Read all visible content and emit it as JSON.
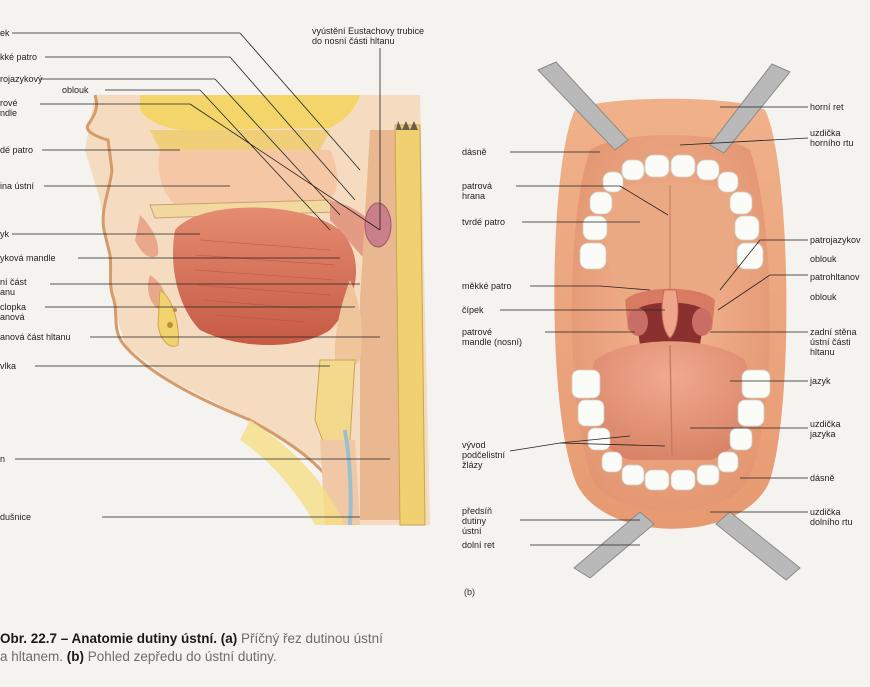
{
  "figure_a": {
    "labels": [
      {
        "id": "a1",
        "text": "ek"
      },
      {
        "id": "a2",
        "text": "kké patro"
      },
      {
        "id": "a3",
        "text": "rojazykový"
      },
      {
        "id": "a3b",
        "text": "oblouk"
      },
      {
        "id": "a4",
        "text": "rové\nndle"
      },
      {
        "id": "a5",
        "text": "dé patro"
      },
      {
        "id": "a6",
        "text": "ina ústní"
      },
      {
        "id": "a7",
        "text": "yk"
      },
      {
        "id": "a8",
        "text": "yková mandle"
      },
      {
        "id": "a9",
        "text": "ní část\nanu"
      },
      {
        "id": "a10",
        "text": "clopka\nanová"
      },
      {
        "id": "a11",
        "text": "anová část hltanu"
      },
      {
        "id": "a12",
        "text": "vlka"
      },
      {
        "id": "a13",
        "text": "n"
      },
      {
        "id": "a14",
        "text": "dušnice"
      },
      {
        "id": "a15",
        "text": "vyústění Eustachovy trubice\ndo nosní části hltanu"
      }
    ]
  },
  "figure_b": {
    "letter": "(b)",
    "left_labels": [
      {
        "id": "b1",
        "text": "dásně"
      },
      {
        "id": "b2",
        "text": "patrová\nhrana"
      },
      {
        "id": "b3",
        "text": "tvrdé patro"
      },
      {
        "id": "b4",
        "text": "měkké patro"
      },
      {
        "id": "b5",
        "text": "čípek"
      },
      {
        "id": "b6",
        "text": "patrové\nmandle (nosní)"
      },
      {
        "id": "b7",
        "text": "vývod\npodčelistní\nžlázy"
      },
      {
        "id": "b8",
        "text": "předsíň\ndutiny\nústní"
      },
      {
        "id": "b9",
        "text": "dolní ret"
      }
    ],
    "right_labels": [
      {
        "id": "c1",
        "text": "horní ret"
      },
      {
        "id": "c2",
        "text": "uzdička\nhorního rtu"
      },
      {
        "id": "c3",
        "text": "patrojazykov"
      },
      {
        "id": "c4",
        "text": "oblouk"
      },
      {
        "id": "c5",
        "text": "patrohltanov"
      },
      {
        "id": "c6",
        "text": "oblouk"
      },
      {
        "id": "c7",
        "text": "zadní stěna\nústní části\nhltanu"
      },
      {
        "id": "c8",
        "text": "jazyk"
      },
      {
        "id": "c9",
        "text": "uzdička\njazyka"
      },
      {
        "id": "c10",
        "text": "dásně"
      },
      {
        "id": "c11",
        "text": "uzdička\ndolního rtu"
      }
    ]
  },
  "caption": {
    "prefix": "Obr. 22.7 – Anatomie dutiny ústní. ",
    "a_mark": "(a)",
    "a_text": " Příčný řez dutinou ústní",
    "line2_start": "a hltanem. ",
    "b_mark": "(b)",
    "b_text": " Pohled zepředu do ústní dutiny."
  }
}
